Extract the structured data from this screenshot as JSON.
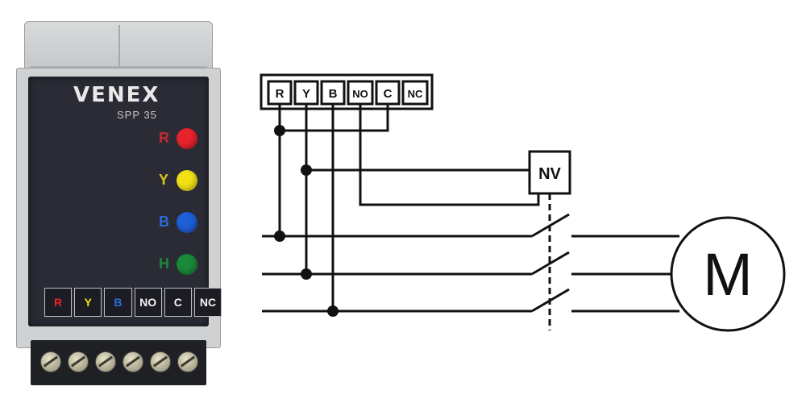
{
  "device": {
    "brand": "VENEX",
    "model": "SPP 35",
    "leds": [
      {
        "label": "R",
        "color": "#e8232b"
      },
      {
        "label": "Y",
        "color": "#f2e215"
      },
      {
        "label": "B",
        "color": "#1e5fd6"
      },
      {
        "label": "H",
        "color": "#1a8a3a"
      }
    ],
    "terminals": [
      {
        "label": "R",
        "color": "#e8232b"
      },
      {
        "label": "Y",
        "color": "#f2e215"
      },
      {
        "label": "B",
        "color": "#2a6bd8"
      },
      {
        "label": "NO",
        "color": "#f2f2f2"
      },
      {
        "label": "C",
        "color": "#f2f2f2"
      },
      {
        "label": "NC",
        "color": "#f2f2f2"
      }
    ]
  },
  "diagram": {
    "terminals": [
      "R",
      "Y",
      "B",
      "NO",
      "C",
      "NC"
    ],
    "coil_label": "NV",
    "motor_label": "M"
  }
}
